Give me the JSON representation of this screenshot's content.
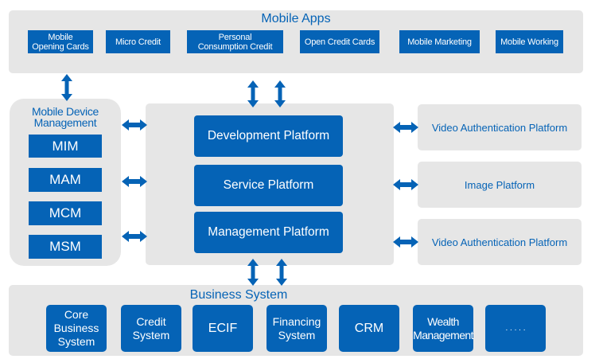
{
  "mobile_apps": {
    "title": "Mobile Apps",
    "items": [
      {
        "line1": "Mobile",
        "line2": "Opening Cards"
      },
      {
        "line1": "Micro Credit",
        "line2": ""
      },
      {
        "line1": "Personal",
        "line2": "Consumption Credit"
      },
      {
        "line1": "Open Credit Cards",
        "line2": ""
      },
      {
        "line1": "Mobile Marketing",
        "line2": ""
      },
      {
        "line1": "Mobile Working",
        "line2": ""
      }
    ]
  },
  "mdm": {
    "title_line1": "Mobile Device",
    "title_line2": "Management",
    "items": [
      "MIM",
      "MAM",
      "MCM",
      "MSM"
    ]
  },
  "platforms": {
    "items": [
      "Development Platform",
      "Service Platform",
      "Management Platform"
    ]
  },
  "right_platforms": {
    "items": [
      "Video Authentication Platform",
      "Image Platform",
      "Video Authentication Platform"
    ]
  },
  "business_system": {
    "title": "Business System",
    "items": [
      {
        "lines": [
          "Core",
          "Business",
          "System"
        ]
      },
      {
        "lines": [
          "Credit",
          "System"
        ]
      },
      {
        "lines": [
          "ECIF"
        ]
      },
      {
        "lines": [
          "Financing",
          "System"
        ]
      },
      {
        "lines": [
          "CRM"
        ]
      },
      {
        "lines": [
          "Wealth",
          "Management"
        ]
      },
      {
        "lines": [
          ". . . . ."
        ]
      }
    ]
  },
  "colors": {
    "accent_blue": "#0563b6",
    "panel_gray": "#e6e6e6"
  }
}
